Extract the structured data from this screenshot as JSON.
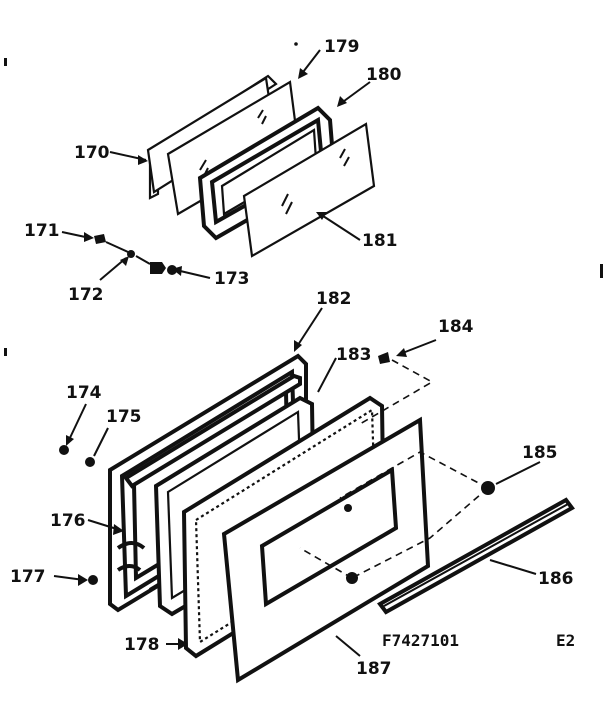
{
  "drawing": {
    "code": "F7427101",
    "revision": "E2"
  },
  "callouts": {
    "c170": "170",
    "c171": "171",
    "c172": "172",
    "c173": "173",
    "c174": "174",
    "c175": "175",
    "c176": "176",
    "c177": "177",
    "c178": "178",
    "c179": "179",
    "c180": "180",
    "c181": "181",
    "c182": "182",
    "c183": "183",
    "c184": "184",
    "c185": "185",
    "c186": "186",
    "c187": "187"
  }
}
